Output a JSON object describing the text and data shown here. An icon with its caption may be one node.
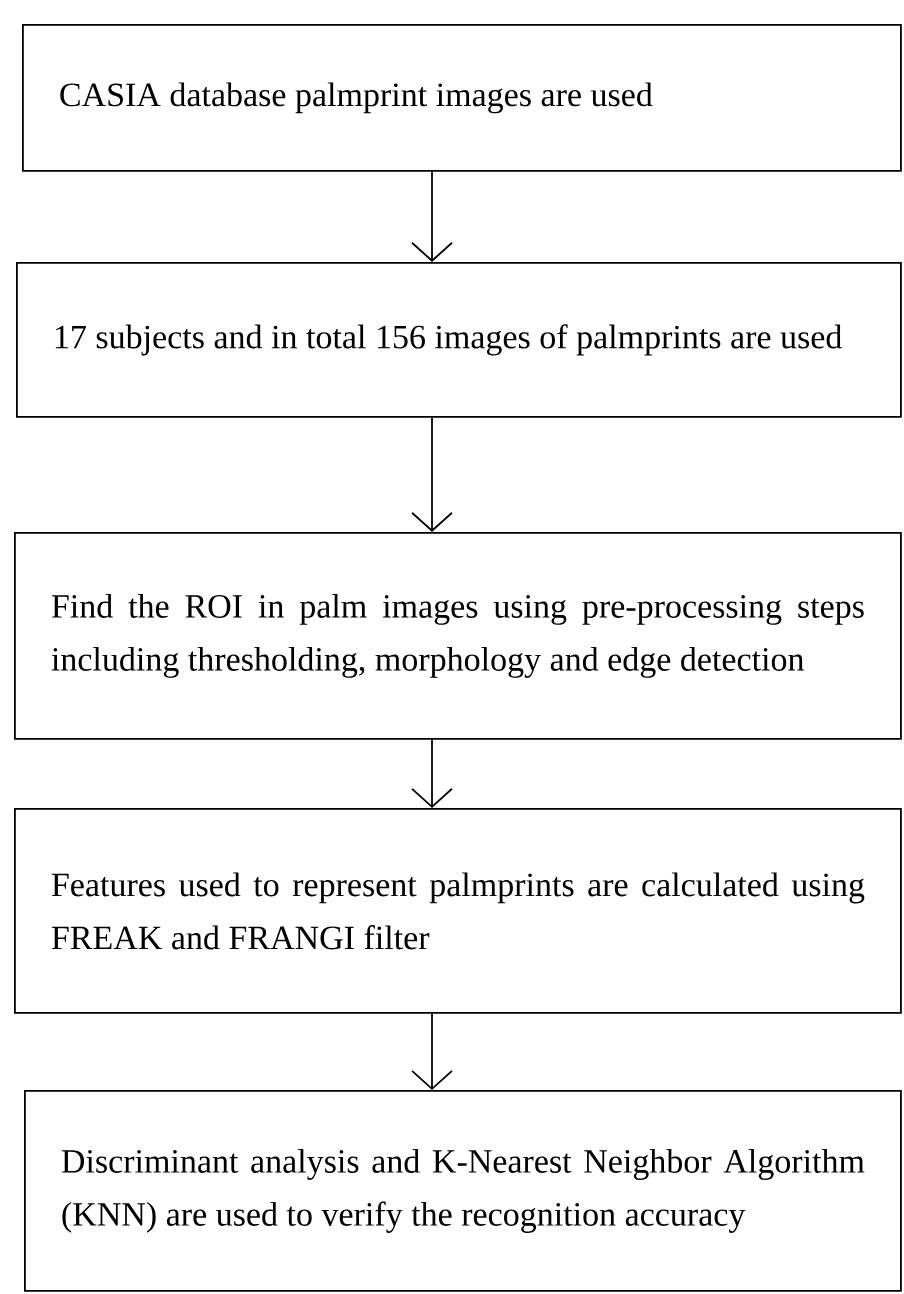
{
  "diagram": {
    "nodes": [
      {
        "text": [
          "CASIA database palmprint images are used"
        ]
      },
      {
        "text": [
          "17 subjects and in total 156 images of palmprints are used"
        ]
      },
      {
        "text": [
          "Find the ROI in palm images using pre-processing steps including thresholding, morphology and edge detection"
        ]
      },
      {
        "text": [
          "Features used to represent palmprints are calculated using FREAK and FRANGI filter"
        ]
      },
      {
        "text": [
          "Discriminant analysis and K-Nearest Neighbor Algorithm (KNN) are used to verify the recognition accuracy"
        ]
      }
    ],
    "edges": [
      {
        "from": 0,
        "to": 1,
        "arrow": "to"
      },
      {
        "from": 1,
        "to": 2,
        "arrow": "to"
      },
      {
        "from": 2,
        "to": 3,
        "arrow": "to"
      },
      {
        "from": 3,
        "to": 4,
        "arrow": "to"
      }
    ]
  }
}
